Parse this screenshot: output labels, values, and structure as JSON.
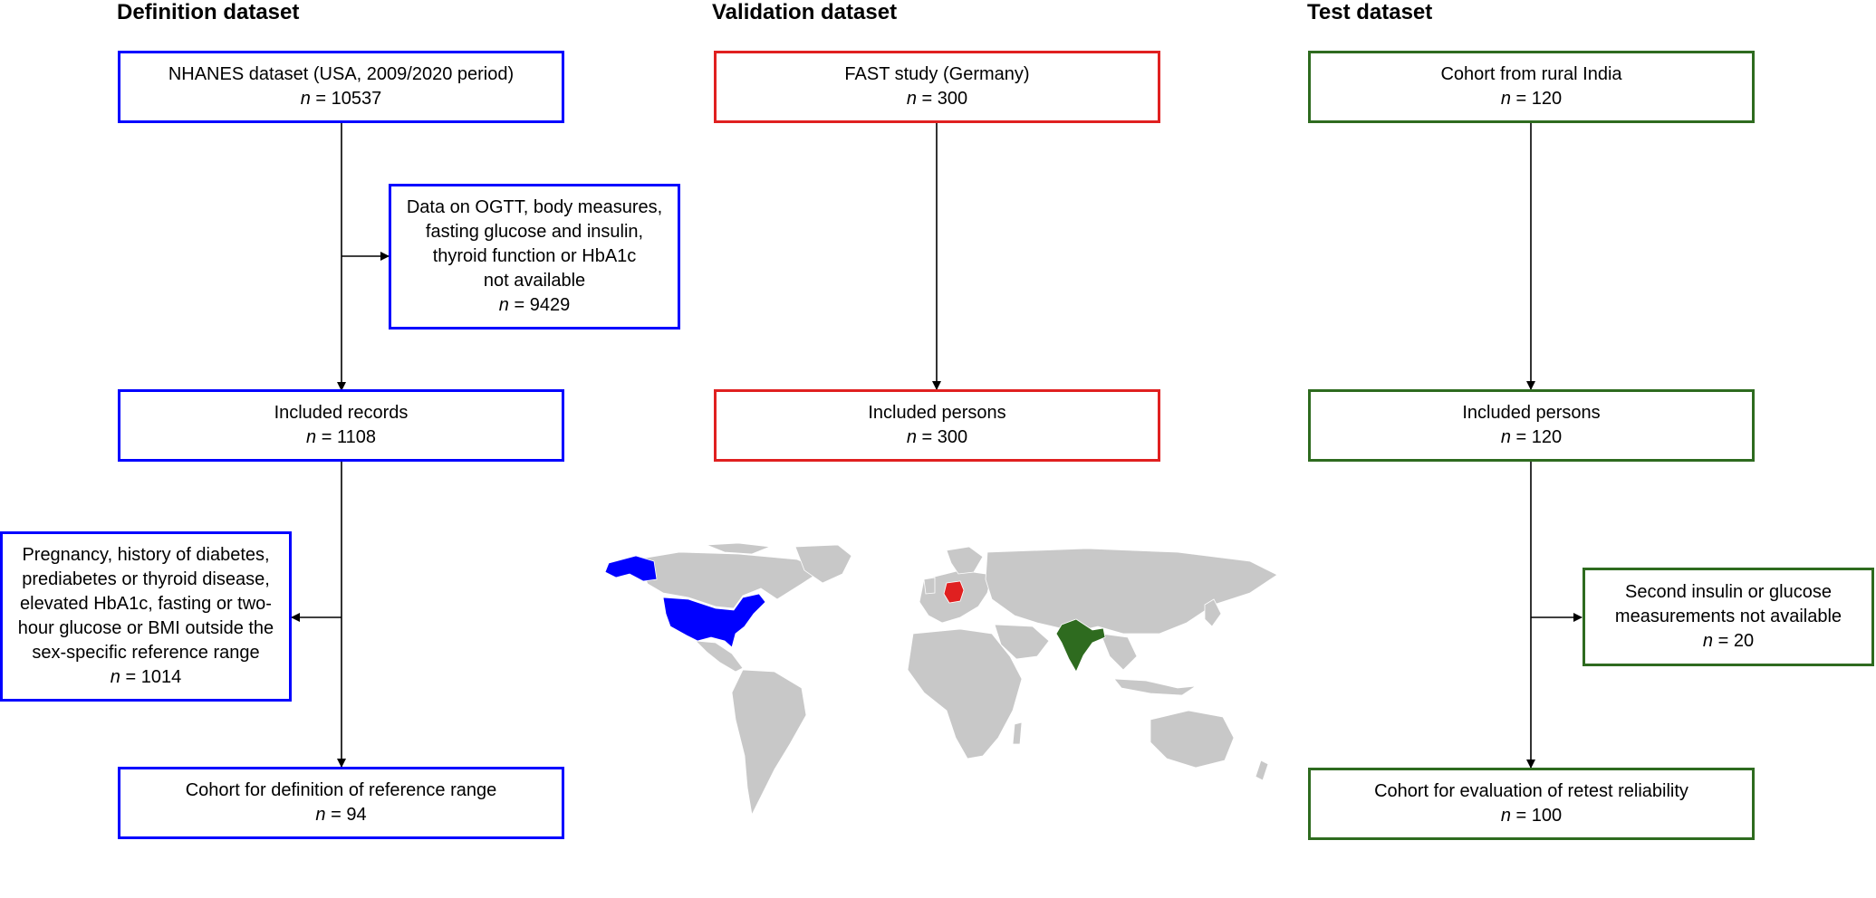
{
  "columns": {
    "definition": {
      "title": "Definition dataset",
      "color": "#0000ff",
      "source": {
        "lines": [
          "NHANES dataset (USA, 2009/2020 period)"
        ],
        "n_label": "n",
        "n_value": "= 10537"
      },
      "exclusion1": {
        "lines": [
          "Data on OGTT, body measures,",
          "fasting glucose and insulin,",
          "thyroid function or HbA1c",
          "not available"
        ],
        "n_label": "n",
        "n_value": "= 9429"
      },
      "included": {
        "lines": [
          "Included records"
        ],
        "n_label": "n",
        "n_value": "= 1108"
      },
      "exclusion2": {
        "lines": [
          "Pregnancy, history of diabetes,",
          "prediabetes or thyroid disease,",
          "elevated HbA1c, fasting or two-",
          "hour glucose or BMI outside the",
          "sex-specific reference range"
        ],
        "n_label": "n",
        "n_value": "= 1014"
      },
      "final": {
        "lines": [
          "Cohort for definition of reference range"
        ],
        "n_label": "n",
        "n_value": "= 94"
      }
    },
    "validation": {
      "title": "Validation dataset",
      "color": "#e02020",
      "source": {
        "lines": [
          "FAST study (Germany)"
        ],
        "n_label": "n",
        "n_value": "= 300"
      },
      "included": {
        "lines": [
          "Included persons"
        ],
        "n_label": "n",
        "n_value": "= 300"
      }
    },
    "test": {
      "title": "Test dataset",
      "color": "#2e6b1f",
      "source": {
        "lines": [
          "Cohort from rural India"
        ],
        "n_label": "n",
        "n_value": "= 120"
      },
      "included": {
        "lines": [
          "Included persons"
        ],
        "n_label": "n",
        "n_value": "= 120"
      },
      "exclusion": {
        "lines": [
          "Second insulin or glucose",
          "measurements not available"
        ],
        "n_label": "n",
        "n_value": "= 20"
      },
      "final": {
        "lines": [
          "Cohort for evaluation of retest reliability"
        ],
        "n_label": "n",
        "n_value": "= 100"
      }
    }
  },
  "map": {
    "land_color": "#c8c8c8",
    "highlights": [
      {
        "country": "USA",
        "color": "#0000ff"
      },
      {
        "country": "Germany",
        "color": "#e02020"
      },
      {
        "country": "India",
        "color": "#2e6b1f"
      }
    ]
  }
}
